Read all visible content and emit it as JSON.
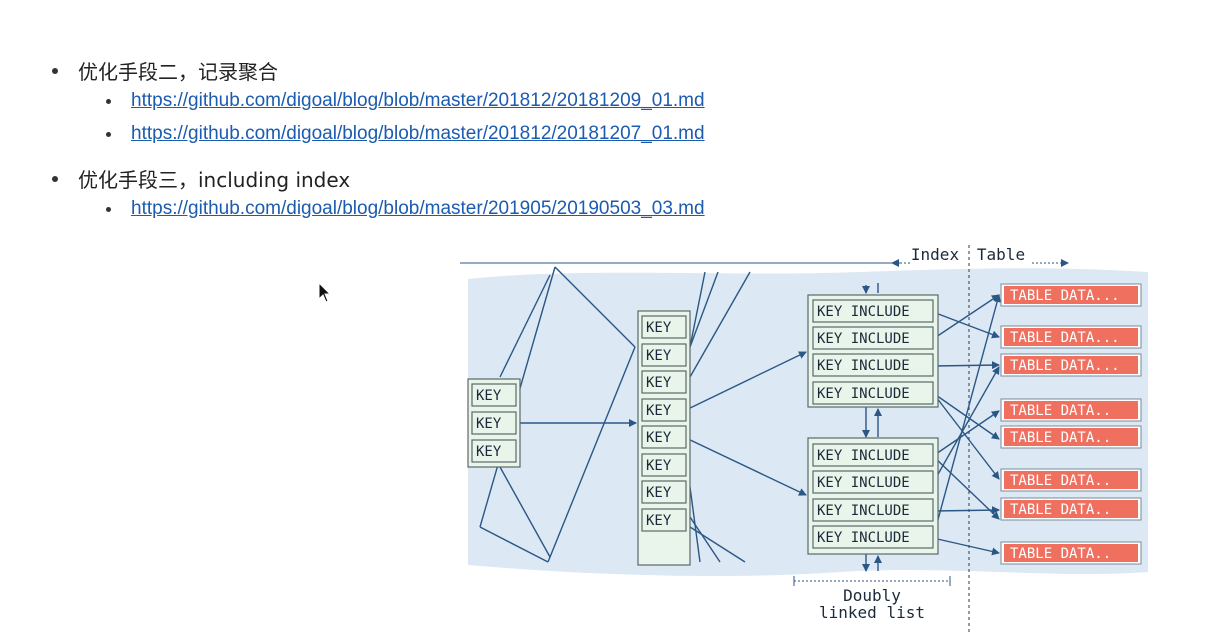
{
  "slide": {
    "items": [
      {
        "text": "优化手段二，记录聚合",
        "links": [
          "https://github.com/digoal/blog/blob/master/201812/20181209_01.md",
          "https://github.com/digoal/blog/blob/master/201812/20181207_01.md"
        ]
      },
      {
        "text": "优化手段三，including index",
        "links": [
          "https://github.com/digoal/blog/blob/master/201905/20190503_03.md"
        ]
      }
    ]
  },
  "diagram": {
    "header_index": "Index",
    "header_table": "Table",
    "key_label": "KEY",
    "include_label": "INCLUDE",
    "table_data_label": "TABLE DATA...",
    "table_data_short": "TABLE DATA..",
    "footer_line1": "Doubly",
    "footer_line2": "linked list",
    "colors": {
      "band": "#dce8f4",
      "box_fill": "#e9f4ea",
      "box_border": "#5a6a6a",
      "arrow": "#2b5785",
      "table_fill": "#f07060"
    }
  }
}
